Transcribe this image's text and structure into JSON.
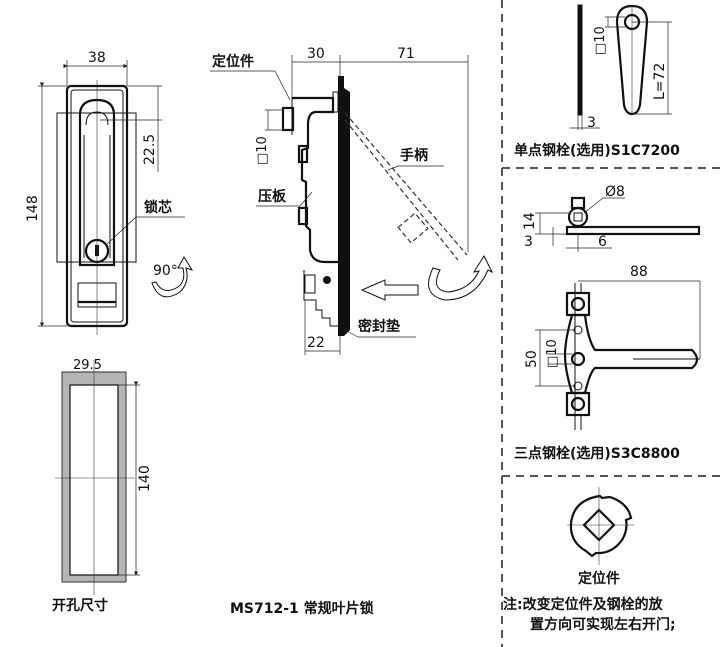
{
  "title": "MS712-1 常规叶片锁",
  "front_view": {
    "width_dim": "38",
    "height_dim": "148",
    "offset_dim": "22.5",
    "lock_core_label": "锁芯",
    "rotation_label": "90°"
  },
  "cutout": {
    "width_dim": "29.5",
    "height_dim": "140",
    "label": "开孔尺寸",
    "fill_color": "#b5b5b5"
  },
  "side_view": {
    "positioner_label": "定位件",
    "depth_dim": "30",
    "handle_reach_dim": "71",
    "handle_label": "手柄",
    "pressure_plate_label": "压板",
    "square_dim": "□10",
    "gasket_label": "密封垫",
    "bottom_dim": "22"
  },
  "single_bolt": {
    "square_dim": "□10",
    "length_dim": "L=72",
    "thickness_dim": "3",
    "caption": "单点钢栓(选用)S1C7200"
  },
  "bolt_detail": {
    "diameter_dim": "Ø8",
    "height_dim": "14",
    "offset_dim": "3",
    "width_dim": "6"
  },
  "three_point_bolt": {
    "length_dim": "88",
    "height_dim": "50",
    "square_dim": "□10",
    "caption": "三点钢栓(选用)S3C8800"
  },
  "positioner": {
    "label": "定位件",
    "note_line1": "注:改变定位件及钢栓的放",
    "note_line2": "置方向可实现左右开门;"
  }
}
